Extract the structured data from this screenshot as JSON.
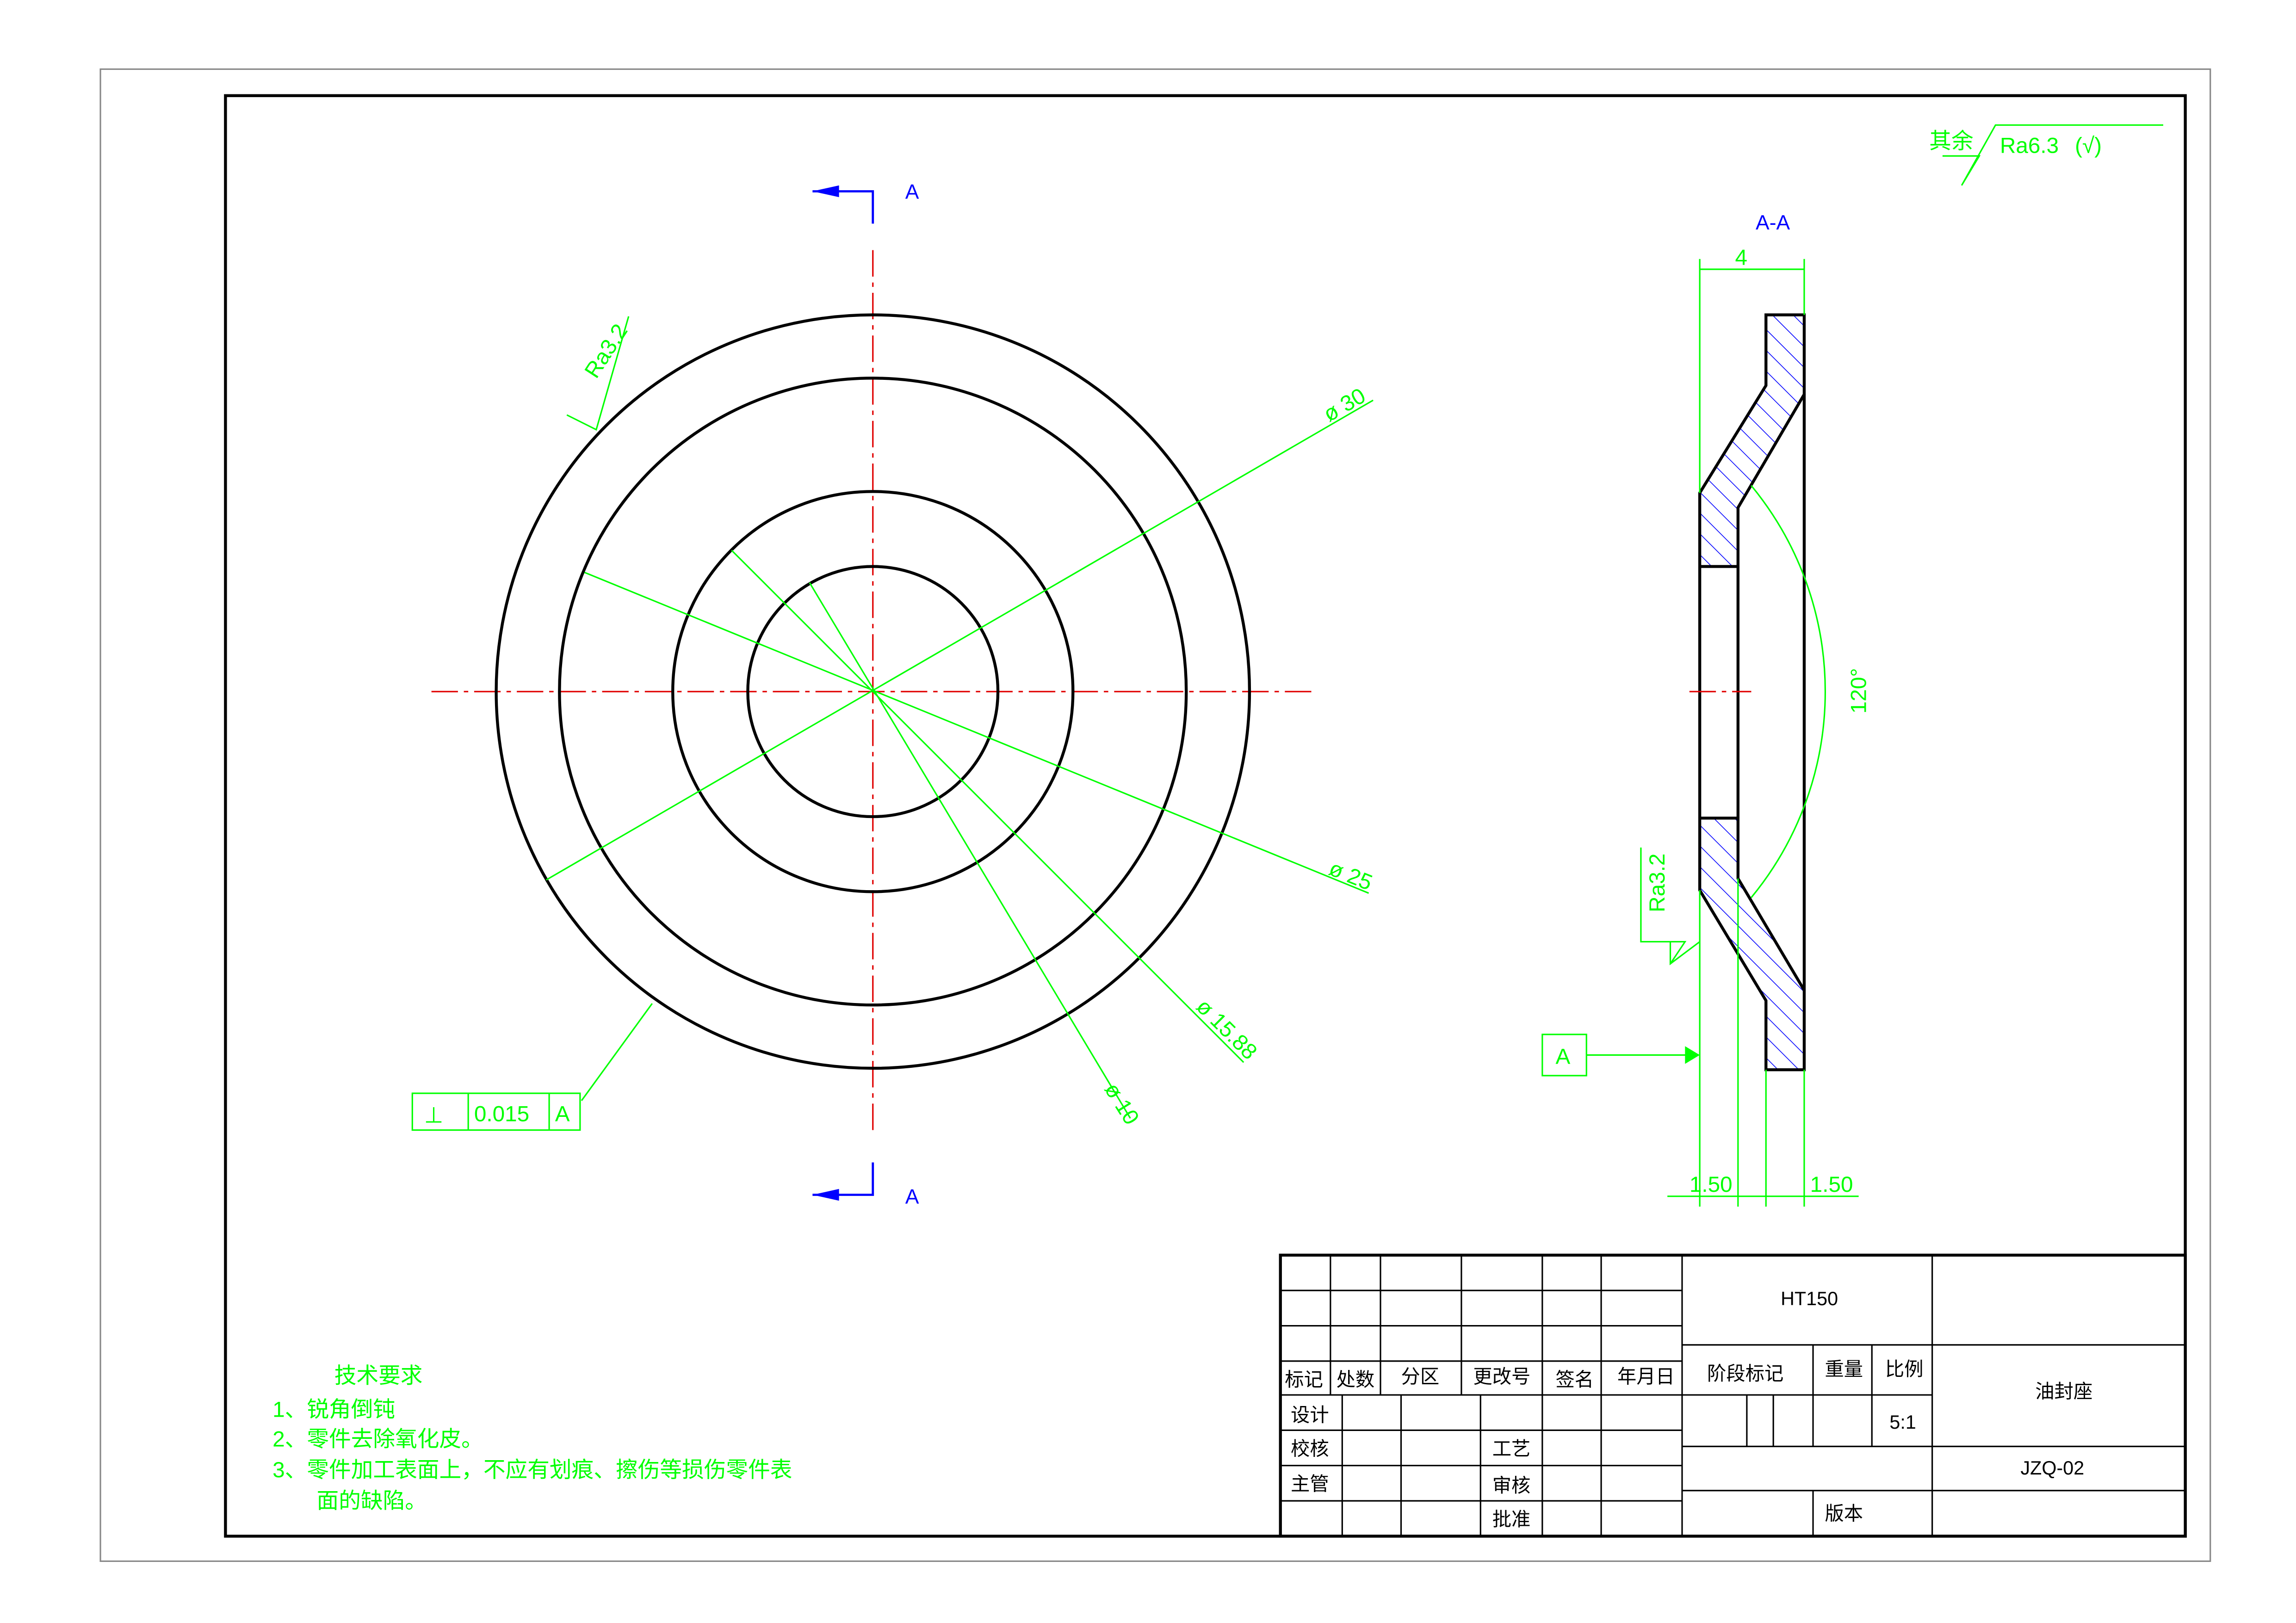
{
  "colors": {
    "outline": "#000000",
    "dimension": "#00ff00",
    "centerline": "#e00000",
    "section_marker": "#0000ff",
    "hatch": "#0000ff"
  },
  "section": {
    "marker": "A",
    "view_label": "A-A"
  },
  "roughness": {
    "general_prefix": "其余",
    "general_value": "Ra6.3",
    "general_suffix": "(√)",
    "face_left": "Ra3.2",
    "face_section": "Ra3.2"
  },
  "dimensions": {
    "d30": "ø 30",
    "d25": "ø 25",
    "d15": "ø 15.88",
    "d10": "ø 10",
    "thickness": "4",
    "left_wall": "1.50",
    "right_wall": "1.50",
    "angle": "120°"
  },
  "tolerance": {
    "symbol": "⊥",
    "value": "0.015",
    "datum": "A"
  },
  "datum": {
    "label": "A"
  },
  "tech_requirements": {
    "title": "技术要求",
    "items": [
      "1、锐角倒钝",
      "2、零件去除氧化皮。",
      "3、零件加工表面上，不应有划痕、擦伤等损伤零件表",
      "面的缺陷。"
    ]
  },
  "title_block": {
    "headers": [
      "标记",
      "处数",
      "分区",
      "更改号",
      "签名",
      "年月日"
    ],
    "roles": [
      "设计",
      "校核",
      "主管"
    ],
    "roles2": [
      "工艺",
      "审核",
      "批准"
    ],
    "material": "HT150",
    "stage_label": "阶段标记",
    "weight_label": "重量",
    "scale_label": "比例",
    "scale": "5:1",
    "part_name": "油封座",
    "drawing_no": "JZQ-02",
    "version_label": "版本"
  }
}
